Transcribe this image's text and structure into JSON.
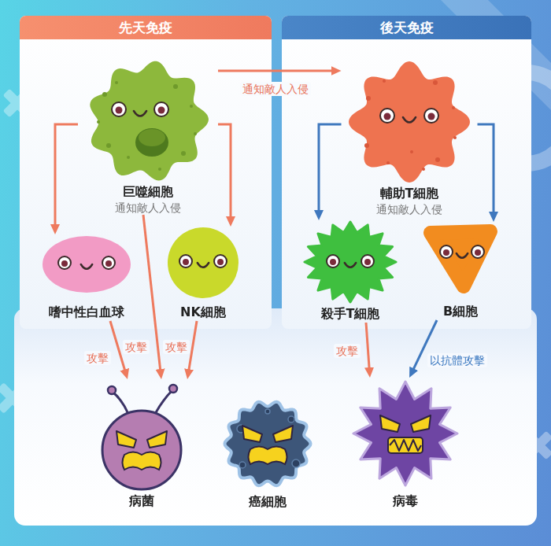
{
  "diagram": {
    "nodes": [
      {
        "text": [
          "先天免疫"
        ]
      },
      {
        "text": [
          "巨噬細胞",
          "通知敵人入侵"
        ],
        "in": 0
      },
      {
        "text": [
          "嗜中性白血球"
        ],
        "in": 0
      },
      {
        "text": [
          "NK細胞"
        ],
        "in": 0
      },
      {
        "text": [
          "後天免疫"
        ]
      },
      {
        "text": [
          "輔助T細胞",
          "通知敵人入侵"
        ],
        "in": 4
      },
      {
        "text": [
          "殺手T細胞"
        ],
        "in": 4
      },
      {
        "text": [
          "B細胞"
        ],
        "in": 4
      },
      {
        "text": [
          "病菌"
        ]
      },
      {
        "text": [
          "癌細胞"
        ]
      },
      {
        "text": [
          "病毒"
        ]
      }
    ],
    "edges": [
      {
        "from": 1,
        "to": 5,
        "label": "通知敵人入侵",
        "arrow": "to"
      },
      {
        "from": 1,
        "to": 2,
        "arrow": "to"
      },
      {
        "from": 1,
        "to": 3,
        "arrow": "to"
      },
      {
        "from": 1,
        "to": 8,
        "label": "攻擊",
        "arrow": "to"
      },
      {
        "from": 2,
        "to": 8,
        "label": "攻擊",
        "arrow": "to"
      },
      {
        "from": 3,
        "to": 8,
        "label": "攻擊",
        "arrow": "to"
      },
      {
        "from": 5,
        "to": 6,
        "arrow": "to"
      },
      {
        "from": 5,
        "to": 7,
        "arrow": "to"
      },
      {
        "from": 6,
        "to": 10,
        "label": "攻擊",
        "arrow": "to"
      },
      {
        "from": 7,
        "to": 10,
        "label": "以抗體攻擊",
        "arrow": "to"
      }
    ]
  }
}
